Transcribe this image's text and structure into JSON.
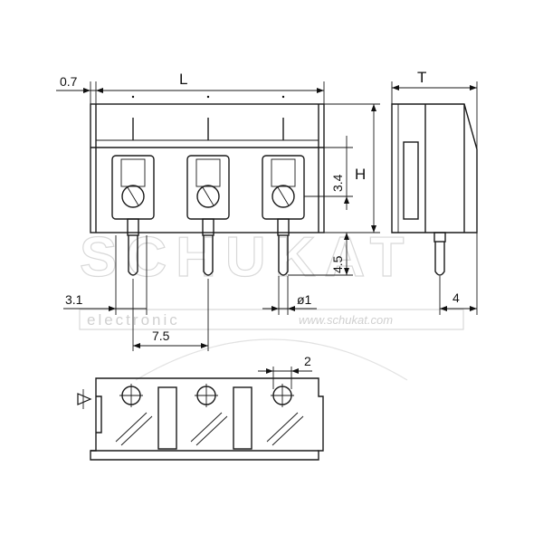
{
  "labels": {
    "dim_0_7": "0.7",
    "dim_L": "L",
    "dim_T": "T",
    "dim_H": "H",
    "dim_3_4": "3.4",
    "dim_4_5": "4.5",
    "dim_3_1": "3.1",
    "dim_7_5": "7.5",
    "dim_phi1": "ø1",
    "dim_4": "4",
    "dim_2": "2"
  },
  "watermark": {
    "brand": "SCHUKAT",
    "sub": "electronic",
    "url": "www.schukat.com"
  },
  "colors": {
    "line": "#1a1a1a",
    "watermark": "#d8d8d8"
  }
}
